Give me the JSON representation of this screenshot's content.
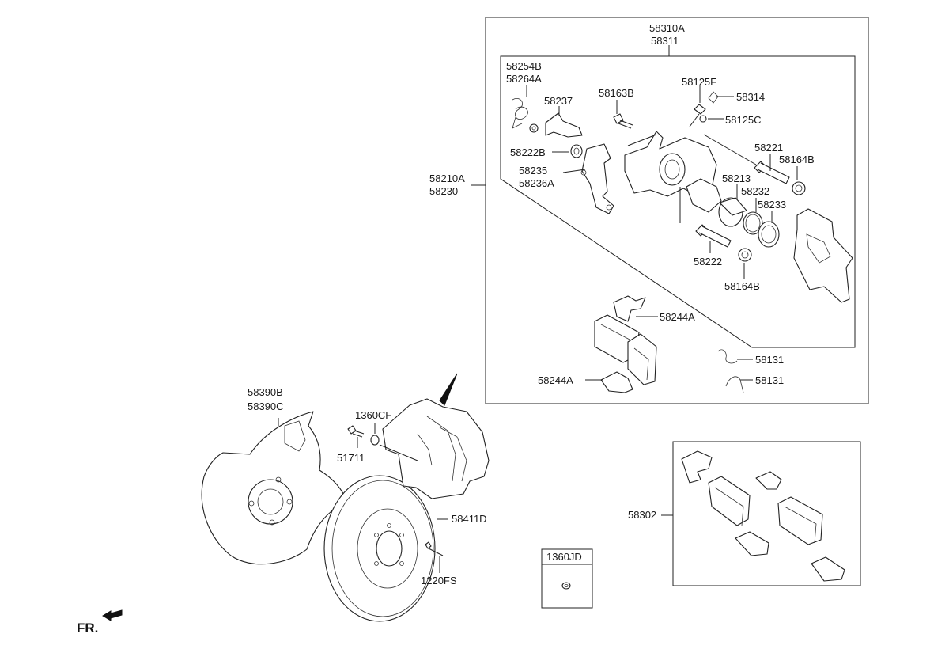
{
  "diagram": {
    "labels": {
      "assy_top_1": "58310A",
      "assy_top_2": "58311",
      "caliper_kit_1": "58210A",
      "caliper_kit_2": "58230",
      "spring_1": "58254B",
      "spring_2": "58264A",
      "bracket_237": "58237",
      "bolt_163b": "58163B",
      "cap_125f": "58125F",
      "clip_314": "58314",
      "bleeder_125c": "58125C",
      "bushing_222b": "58222B",
      "pin_221": "58221",
      "boot_164b_top": "58164B",
      "bracket_235": "58235",
      "bracket_236a": "58236A",
      "piston_213": "58213",
      "seal_232": "58232",
      "ring_233": "58233",
      "pin_222": "58222",
      "boot_164b_bottom": "58164B",
      "shim_244a_top": "58244A",
      "shim_244a_bottom": "58244A",
      "spring_131_top": "58131",
      "spring_131_bottom": "58131",
      "shield_1": "58390B",
      "shield_2": "58390C",
      "bolt_1360cf": "1360CF",
      "bolt_51711": "51711",
      "disc_411d": "58411D",
      "screw_1220fs": "1220FS",
      "pad_kit_302": "58302",
      "nut_box": "1360JD",
      "front_arrow": "FR."
    }
  }
}
